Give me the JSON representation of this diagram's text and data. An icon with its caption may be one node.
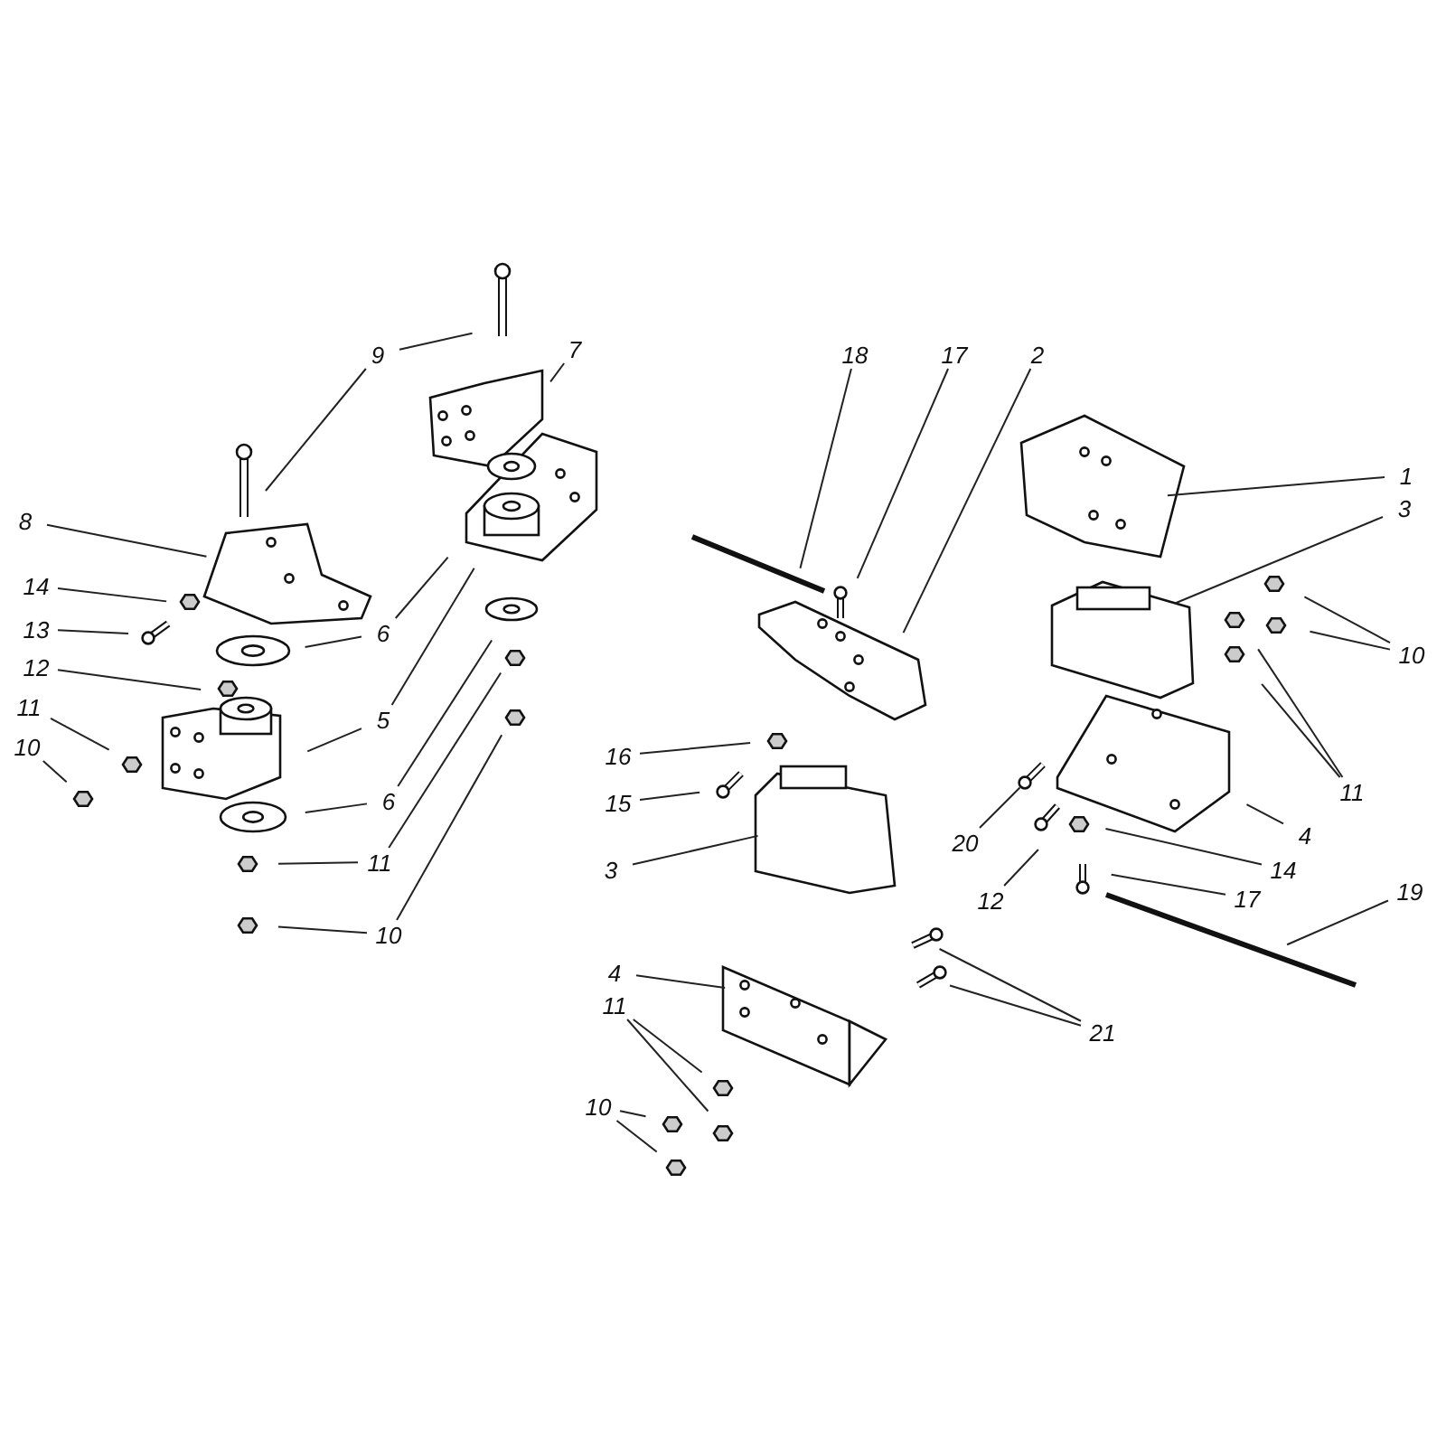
{
  "diagram": {
    "nodes": [
      {
        "text": [
          "9"
        ]
      },
      {
        "text": [
          "7"
        ]
      },
      {
        "text": [
          "8"
        ]
      },
      {
        "text": [
          "14"
        ]
      },
      {
        "text": [
          "13"
        ]
      },
      {
        "text": [
          "12"
        ]
      },
      {
        "text": [
          "11"
        ]
      },
      {
        "text": [
          "10"
        ]
      },
      {
        "text": [
          "6"
        ]
      },
      {
        "text": [
          "5"
        ]
      },
      {
        "text": [
          "6"
        ]
      },
      {
        "text": [
          "11"
        ]
      },
      {
        "text": [
          "10"
        ]
      },
      {
        "text": [
          "18"
        ]
      },
      {
        "text": [
          "17"
        ]
      },
      {
        "text": [
          "2"
        ]
      },
      {
        "text": [
          "1"
        ]
      },
      {
        "text": [
          "3"
        ]
      },
      {
        "text": [
          "10"
        ]
      },
      {
        "text": [
          "11"
        ]
      },
      {
        "text": [
          "16"
        ]
      },
      {
        "text": [
          "15"
        ]
      },
      {
        "text": [
          "3"
        ]
      },
      {
        "text": [
          "20"
        ]
      },
      {
        "text": [
          "12"
        ]
      },
      {
        "text": [
          "4"
        ]
      },
      {
        "text": [
          "14"
        ]
      },
      {
        "text": [
          "17"
        ]
      },
      {
        "text": [
          "19"
        ]
      },
      {
        "text": [
          "4"
        ]
      },
      {
        "text": [
          "11"
        ]
      },
      {
        "text": [
          "10"
        ]
      },
      {
        "text": [
          "21"
        ]
      }
    ],
    "edges": [
      {
        "from": 0,
        "to": null,
        "arrow": "none"
      },
      {
        "from": 0,
        "to": null,
        "arrow": "none"
      },
      {
        "from": 1,
        "to": null,
        "arrow": "none"
      },
      {
        "from": 2,
        "to": null,
        "arrow": "none"
      },
      {
        "from": 3,
        "to": null,
        "arrow": "none"
      },
      {
        "from": 4,
        "to": null,
        "arrow": "none"
      },
      {
        "from": 5,
        "to": null,
        "arrow": "none"
      },
      {
        "from": 6,
        "to": null,
        "arrow": "none"
      },
      {
        "from": 7,
        "to": null,
        "arrow": "none"
      },
      {
        "from": 8,
        "to": null,
        "arrow": "none"
      },
      {
        "from": 8,
        "to": null,
        "arrow": "none"
      },
      {
        "from": 9,
        "to": null,
        "arrow": "none"
      },
      {
        "from": 9,
        "to": null,
        "arrow": "none"
      },
      {
        "from": 10,
        "to": null,
        "arrow": "none"
      },
      {
        "from": 10,
        "to": null,
        "arrow": "none"
      },
      {
        "from": 11,
        "to": null,
        "arrow": "none"
      },
      {
        "from": 11,
        "to": null,
        "arrow": "none"
      },
      {
        "from": 12,
        "to": null,
        "arrow": "none"
      },
      {
        "from": 12,
        "to": null,
        "arrow": "none"
      },
      {
        "from": 13,
        "to": null,
        "arrow": "none"
      },
      {
        "from": 14,
        "to": null,
        "arrow": "none"
      },
      {
        "from": 15,
        "to": null,
        "arrow": "none"
      },
      {
        "from": 16,
        "to": null,
        "arrow": "none"
      },
      {
        "from": 17,
        "to": null,
        "arrow": "none"
      },
      {
        "from": 18,
        "to": null,
        "arrow": "none"
      },
      {
        "from": 18,
        "to": null,
        "arrow": "none"
      },
      {
        "from": 19,
        "to": null,
        "arrow": "none"
      },
      {
        "from": 19,
        "to": null,
        "arrow": "none"
      },
      {
        "from": 20,
        "to": null,
        "arrow": "none"
      },
      {
        "from": 21,
        "to": null,
        "arrow": "none"
      },
      {
        "from": 22,
        "to": null,
        "arrow": "none"
      },
      {
        "from": 23,
        "to": null,
        "arrow": "none"
      },
      {
        "from": 24,
        "to": null,
        "arrow": "none"
      },
      {
        "from": 25,
        "to": null,
        "arrow": "none"
      },
      {
        "from": 26,
        "to": null,
        "arrow": "none"
      },
      {
        "from": 27,
        "to": null,
        "arrow": "none"
      },
      {
        "from": 28,
        "to": null,
        "arrow": "none"
      },
      {
        "from": 29,
        "to": null,
        "arrow": "none"
      },
      {
        "from": 30,
        "to": null,
        "arrow": "none"
      },
      {
        "from": 30,
        "to": null,
        "arrow": "none"
      },
      {
        "from": 31,
        "to": null,
        "arrow": "none"
      },
      {
        "from": 31,
        "to": null,
        "arrow": "none"
      },
      {
        "from": 32,
        "to": null,
        "arrow": "none"
      },
      {
        "from": 32,
        "to": null,
        "arrow": "none"
      }
    ]
  }
}
